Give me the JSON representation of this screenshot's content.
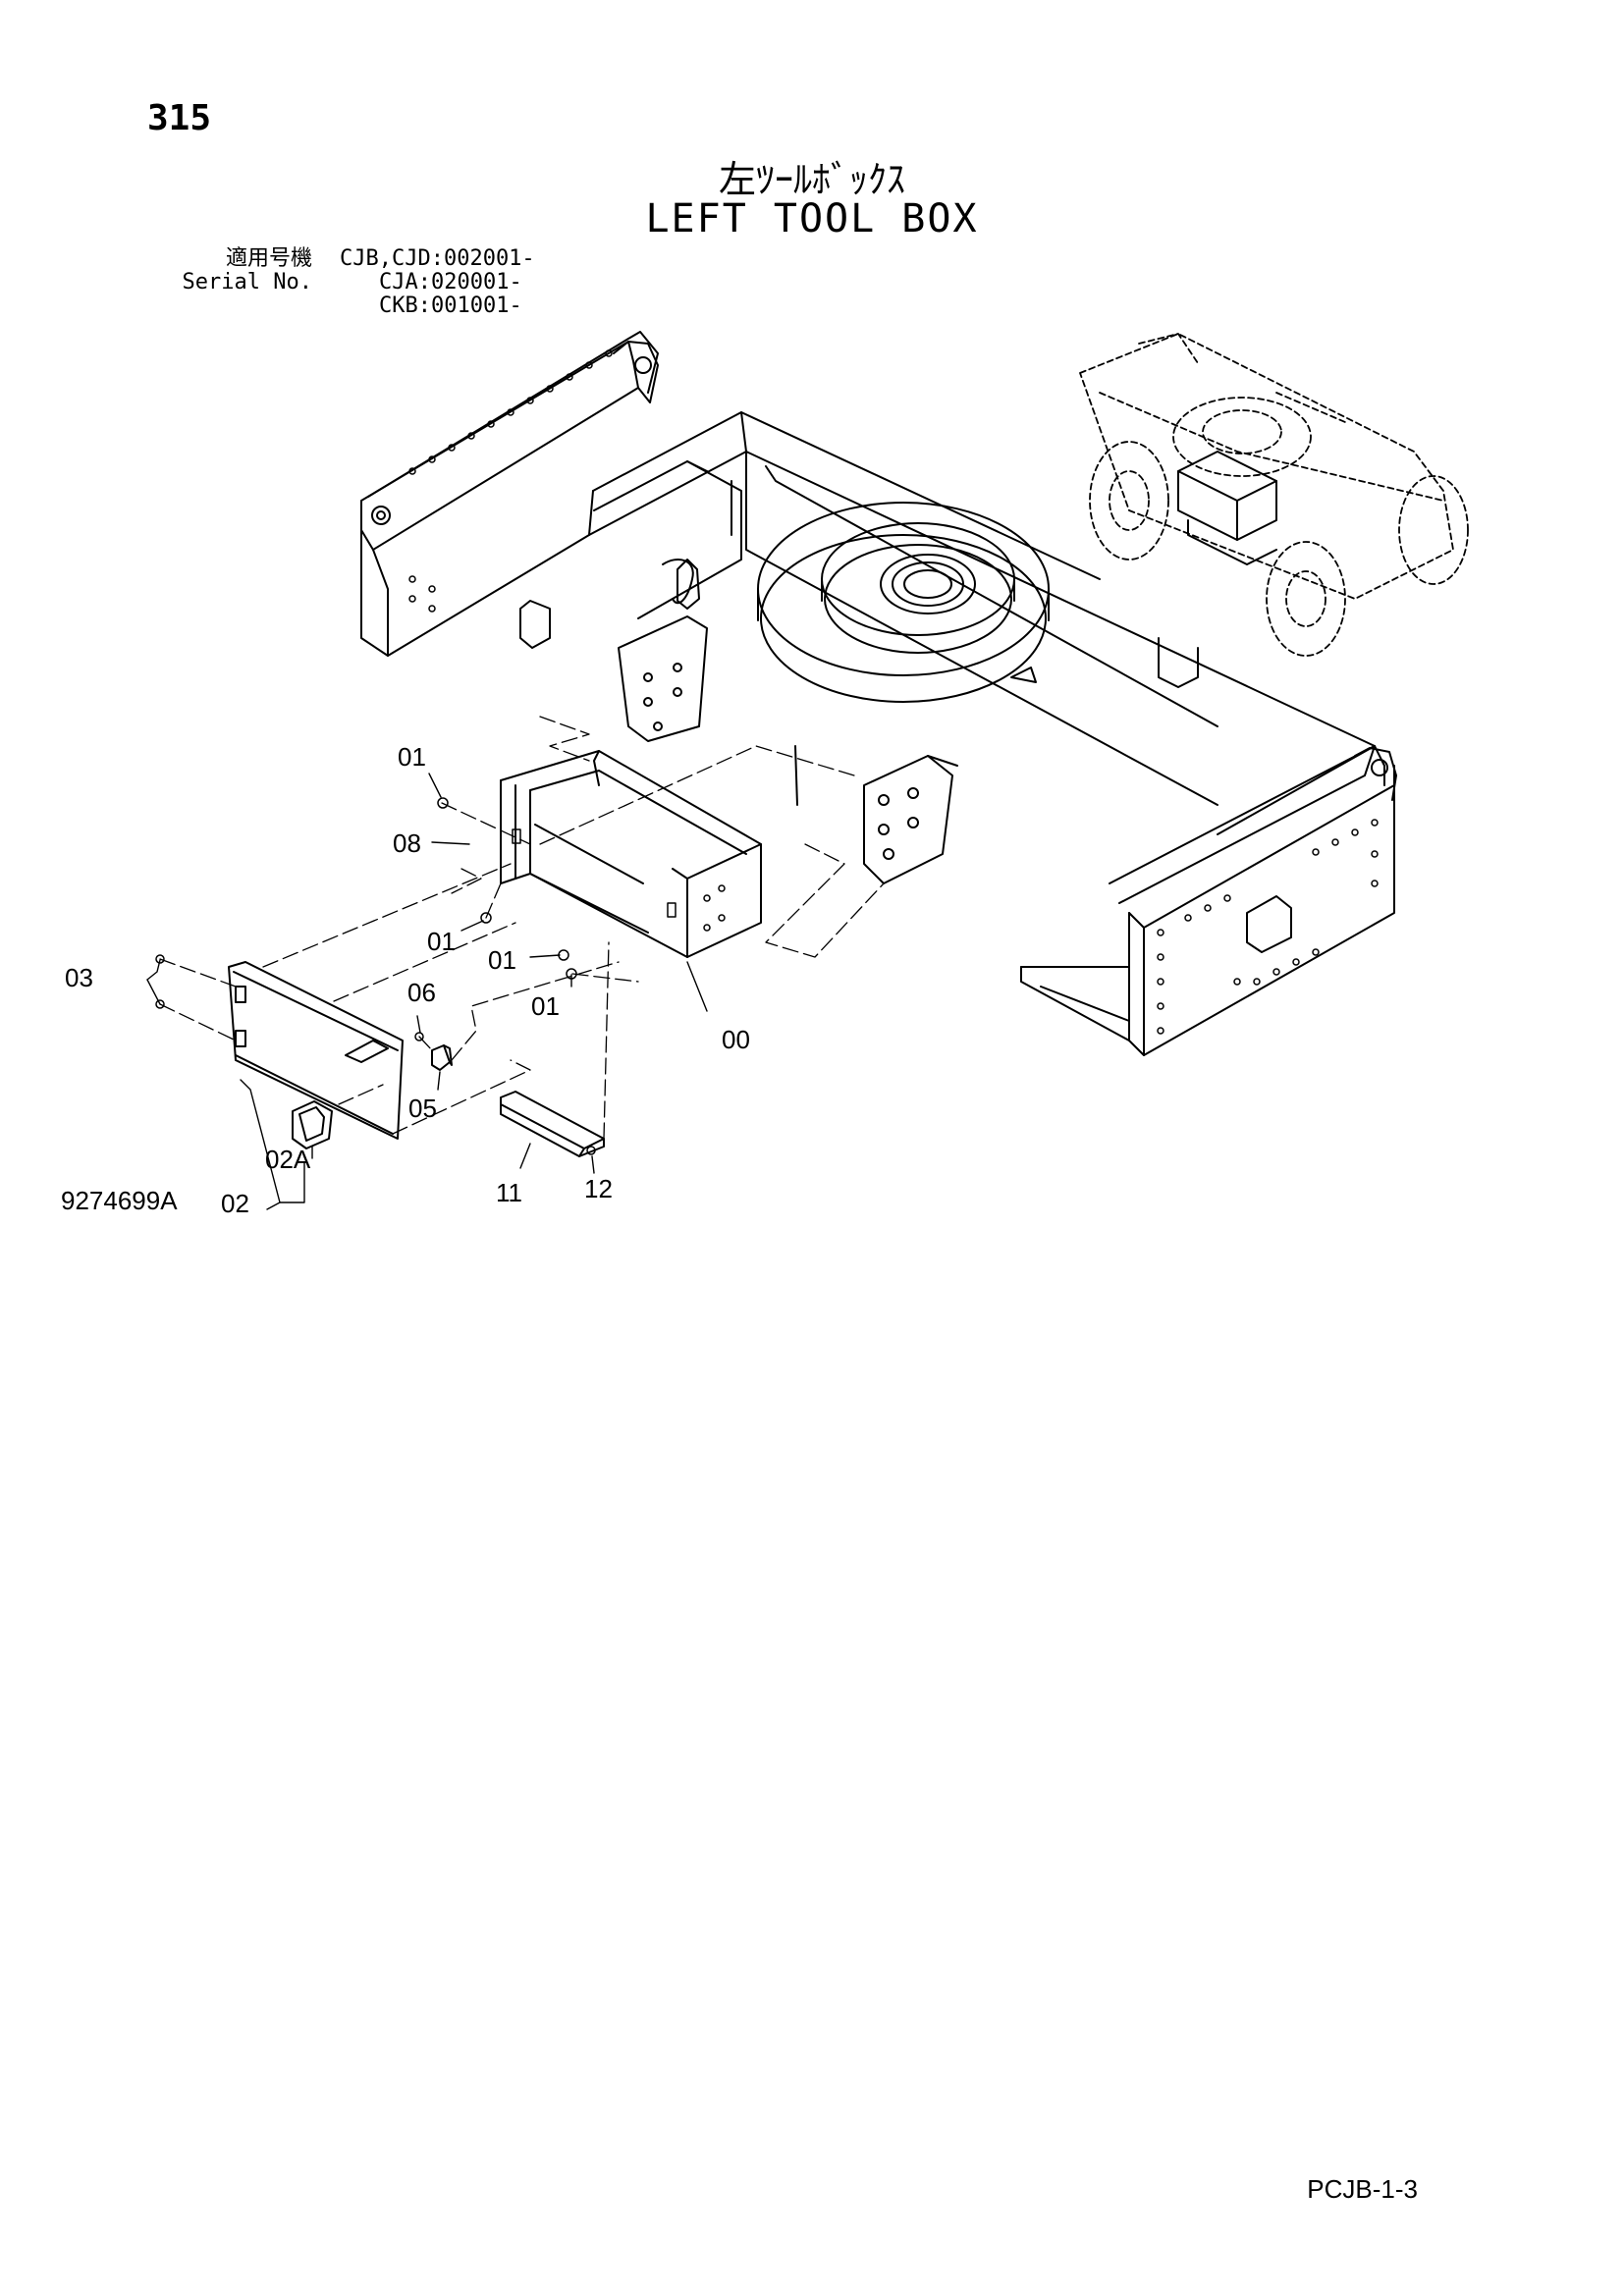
{
  "page": {
    "number": "315",
    "title_jp": "左ﾂｰﾙﾎﾞｯｸｽ",
    "title_en": "LEFT TOOL BOX",
    "footer_code": "PCJB-1-3"
  },
  "serial": {
    "rows": [
      {
        "label": "適用号機",
        "value": "CJB,CJD:002001-"
      },
      {
        "label": "Serial No.",
        "value": "CJA:020001-"
      },
      {
        "label": "",
        "value": "CKB:001001-"
      }
    ]
  },
  "diagram": {
    "drawing_number": "9274699A",
    "callouts": [
      "01",
      "08",
      "01",
      "01",
      "01",
      "03",
      "06",
      "05",
      "00",
      "02A",
      "02",
      "11",
      "12"
    ]
  },
  "colors": {
    "line": "#000000",
    "background": "#ffffff"
  }
}
